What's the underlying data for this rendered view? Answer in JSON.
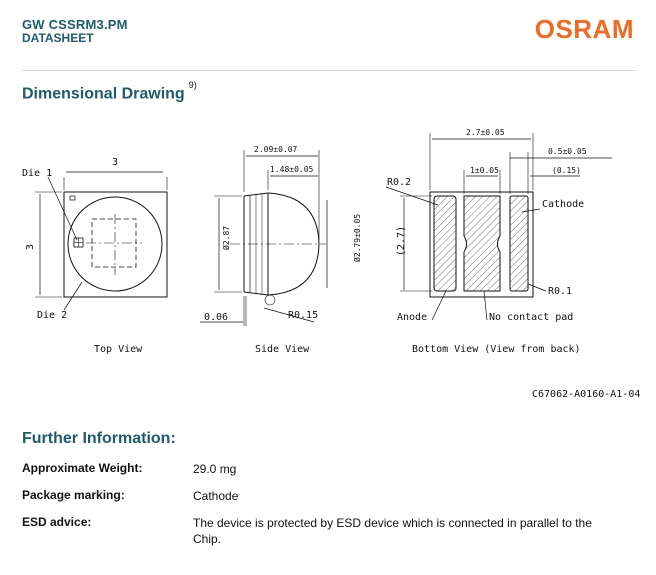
{
  "header": {
    "product": "GW CSSRM3.PM",
    "doc_type": "DATASHEET",
    "logo": "OSRAM"
  },
  "dimensional": {
    "title": "Dimensional Drawing",
    "footnote": "9)",
    "labels": {
      "top_w": "3",
      "top_h": "3",
      "die1": "Die 1",
      "die2": "Die 2",
      "top_view": "Top View",
      "side_w1": "2.09±0.07",
      "side_w2": "1.48±0.05",
      "side_d1": "Ø2.87",
      "side_d2": "Ø2.79±0.05",
      "side_t": "0.06",
      "side_r": "R0.15",
      "side_view": "Side View",
      "bot_w": "2.7±0.05",
      "bot_p1": "0.5±0.05",
      "bot_p2": "(0.15)",
      "bot_w2": "1±0.05",
      "bot_r02": "R0.2",
      "bot_h": "(2.7)",
      "cathode": "Cathode",
      "anode": "Anode",
      "nocontact": "No contact pad",
      "bot_r01": "R0.1",
      "bottom_view": "Bottom View (View from back)",
      "drawing_no": "C67062-A0160-A1-04"
    }
  },
  "further": {
    "title": "Further Information:",
    "rows": [
      {
        "key": "Approximate Weight:",
        "value": "29.0 mg"
      },
      {
        "key": "Package marking:",
        "value": "Cathode"
      },
      {
        "key": "ESD advice:",
        "value": "The device is protected by ESD device which is connected in parallel to the Chip."
      }
    ]
  }
}
